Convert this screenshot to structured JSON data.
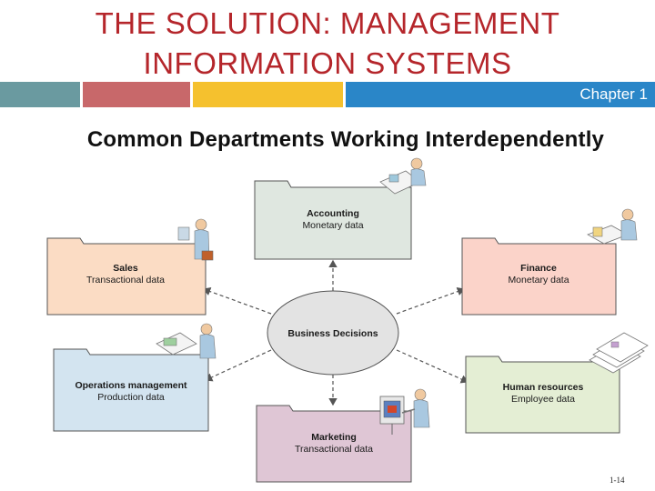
{
  "header": {
    "title_line1": "THE SOLUTION: MANAGEMENT",
    "title_line2": "INFORMATION SYSTEMS",
    "chapter": "Chapter 1",
    "band_colors": [
      "#6a9aa0",
      "#c8686a",
      "#f5c12e",
      "#2a86c8"
    ]
  },
  "subtitle": "Common Departments Working Interdependently",
  "diagram": {
    "center": "Business Decisions",
    "departments": [
      {
        "id": "accounting",
        "name": "Accounting",
        "data": "Monetary data",
        "color": "#dfe7e0"
      },
      {
        "id": "sales",
        "name": "Sales",
        "data": "Transactional data",
        "color": "#fbdcc4"
      },
      {
        "id": "finance",
        "name": "Finance",
        "data": "Monetary data",
        "color": "#fbd3c9"
      },
      {
        "id": "operations",
        "name": "Operations management",
        "data": "Production data",
        "color": "#d3e4f0"
      },
      {
        "id": "hr",
        "name": "Human resources",
        "data": "Employee data",
        "color": "#e4eed4"
      },
      {
        "id": "marketing",
        "name": "Marketing",
        "data": "Transactional data",
        "color": "#dfc6d5"
      }
    ]
  },
  "footer": {
    "slide_number": "1-14"
  }
}
